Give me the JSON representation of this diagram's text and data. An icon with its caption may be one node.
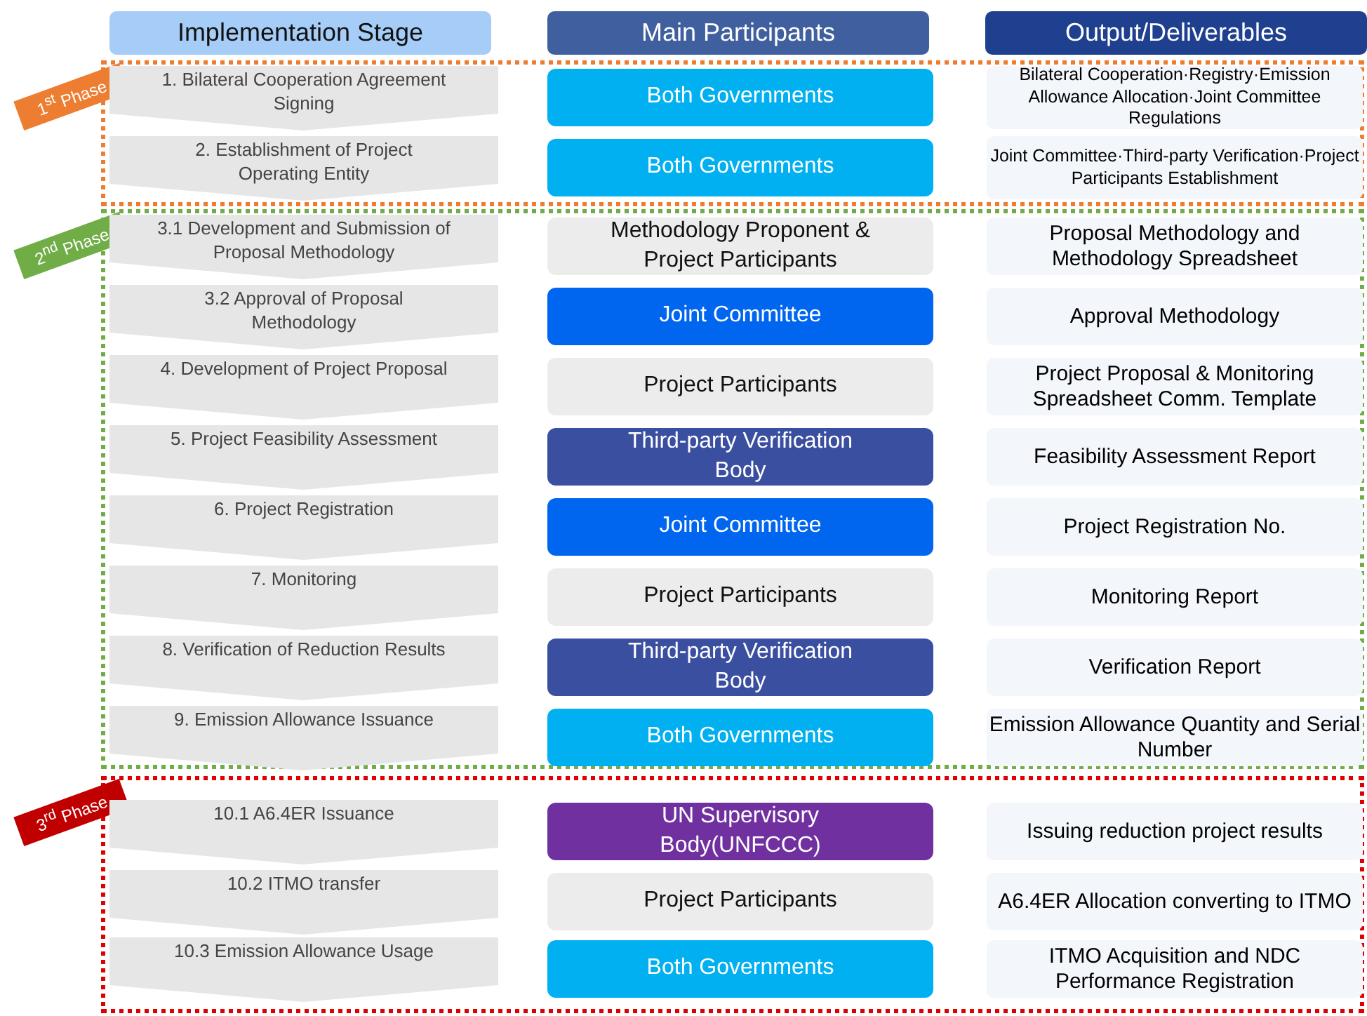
{
  "diagram": {
    "nodes": [
      {
        "text": [
          "Implementation Stage"
        ]
      },
      {
        "text": [
          "Main Participants"
        ]
      },
      {
        "text": [
          "Output/Deliverables"
        ]
      },
      {
        "text": [
          "1$^{st}$ Phase"
        ]
      },
      {
        "text": [
          "1. Bilateral Cooperation Agreement Signing"
        ],
        "in": 3
      },
      {
        "text": [
          "Both Governments"
        ],
        "in": 3
      },
      {
        "text": [
          "Bilateral Cooperation·Registry·Emission Allowance Allocation·Joint Committee Regulations"
        ],
        "in": 3
      },
      {
        "text": [
          "2. Establishment of Project Operating Entity"
        ],
        "in": 3
      },
      {
        "text": [
          "Both Governments"
        ],
        "in": 3
      },
      {
        "text": [
          "Joint Committee·Third-party Verification·Project Participants Establishment"
        ],
        "in": 3
      },
      {
        "text": [
          "2$^{nd}$ Phase"
        ]
      },
      {
        "text": [
          "3.1 Development and Submission of Proposal Methodology"
        ],
        "in": 10
      },
      {
        "text": [
          "Methodology Proponent & Project Participants"
        ],
        "in": 10
      },
      {
        "text": [
          "Proposal Methodology and Methodology Spreadsheet"
        ],
        "in": 10
      },
      {
        "text": [
          "3.2 Approval of Proposal Methodology"
        ],
        "in": 10
      },
      {
        "text": [
          "Joint Committee"
        ],
        "in": 10
      },
      {
        "text": [
          "Approval Methodology"
        ],
        "in": 10
      },
      {
        "text": [
          "4. Development of Project Proposal"
        ],
        "in": 10
      },
      {
        "text": [
          "Project Participants"
        ],
        "in": 10
      },
      {
        "text": [
          "Project Proposal & Monitoring Spreadsheet Comm. Template"
        ],
        "in": 10
      },
      {
        "text": [
          "5. Project Feasibility Assessment"
        ],
        "in": 10
      },
      {
        "text": [
          "Third-party Verification Body"
        ],
        "in": 10
      },
      {
        "text": [
          "Feasibility Assessment Report"
        ],
        "in": 10
      },
      {
        "text": [
          "6. Project Registration"
        ],
        "in": 10
      },
      {
        "text": [
          "Joint Committee"
        ],
        "in": 10
      },
      {
        "text": [
          "Project Registration No."
        ],
        "in": 10
      },
      {
        "text": [
          "7. Monitoring"
        ],
        "in": 10
      },
      {
        "text": [
          "Project Participants"
        ],
        "in": 10
      },
      {
        "text": [
          "Monitoring Report"
        ],
        "in": 10
      },
      {
        "text": [
          "8. Verification of Reduction Results"
        ],
        "in": 10
      },
      {
        "text": [
          "Third-party Verification Body"
        ],
        "in": 10
      },
      {
        "text": [
          "Verification Report"
        ],
        "in": 10
      },
      {
        "text": [
          "9. Emission Allowance Issuance"
        ],
        "in": 10
      },
      {
        "text": [
          "Both Governments"
        ],
        "in": 10
      },
      {
        "text": [
          "Emission Allowance Quantity and Serial Number"
        ],
        "in": 10
      },
      {
        "text": [
          "3$^{rd}$ Phase"
        ]
      },
      {
        "text": [
          "10.1 A6.4ER Issuance"
        ],
        "in": 35
      },
      {
        "text": [
          "UN Supervisory Body(UNFCCC)"
        ],
        "in": 35
      },
      {
        "text": [
          "Issuing reduction project results"
        ],
        "in": 35
      },
      {
        "text": [
          "10.2 ITMO transfer"
        ],
        "in": 35
      },
      {
        "text": [
          "Project Participants"
        ],
        "in": 35
      },
      {
        "text": [
          "A6.4ER Allocation converting to ITMO"
        ],
        "in": 35
      },
      {
        "text": [
          "10.3 Emission Allowance Usage"
        ],
        "in": 35
      },
      {
        "text": [
          "Both Governments"
        ],
        "in": 35
      },
      {
        "text": [
          "ITMO Acquisition and NDC Performance Registration"
        ],
        "in": 35
      }
    ]
  }
}
